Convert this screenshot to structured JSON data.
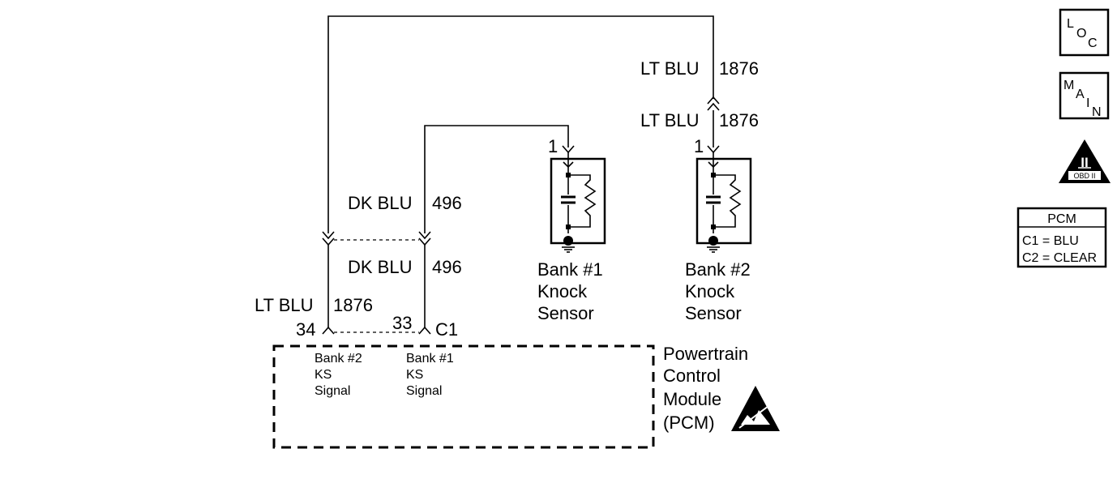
{
  "wires": {
    "top_upper_label_color": "LT BLU",
    "top_upper_label_num": "1876",
    "top_lower_label_color": "LT BLU",
    "top_lower_label_num": "1876",
    "dk_upper_color": "DK BLU",
    "dk_upper_num": "496",
    "dk_lower_color": "DK BLU",
    "dk_lower_num": "496",
    "lt_left_color": "LT BLU",
    "lt_left_num": "1876"
  },
  "pins": {
    "pin_34": "34",
    "pin_33": "33",
    "connector_c1": "C1",
    "sensor1_pin": "1",
    "sensor2_pin": "1"
  },
  "sensors": {
    "bank1": [
      "Bank #1",
      "Knock",
      "Sensor"
    ],
    "bank2": [
      "Bank #2",
      "Knock",
      "Sensor"
    ]
  },
  "pcm": {
    "name_lines": [
      "Powertrain",
      "Control",
      "Module",
      "(PCM)"
    ],
    "bank2_signal": [
      "Bank #2",
      "KS",
      "Signal"
    ],
    "bank1_signal": [
      "Bank #1",
      "KS",
      "Signal"
    ]
  },
  "legend": {
    "loc": [
      "L",
      "O",
      "C"
    ],
    "main": [
      "M",
      "A",
      "I",
      "N"
    ],
    "obd_numeral": "II",
    "obd_text": "OBD II",
    "pcm_title": "PCM",
    "c1": "C1 = BLU",
    "c2": "C2 = CLEAR"
  },
  "icons": {
    "esd": "esd-warning-icon",
    "ground": "ground-icon",
    "obd": "obd-ii-icon"
  }
}
